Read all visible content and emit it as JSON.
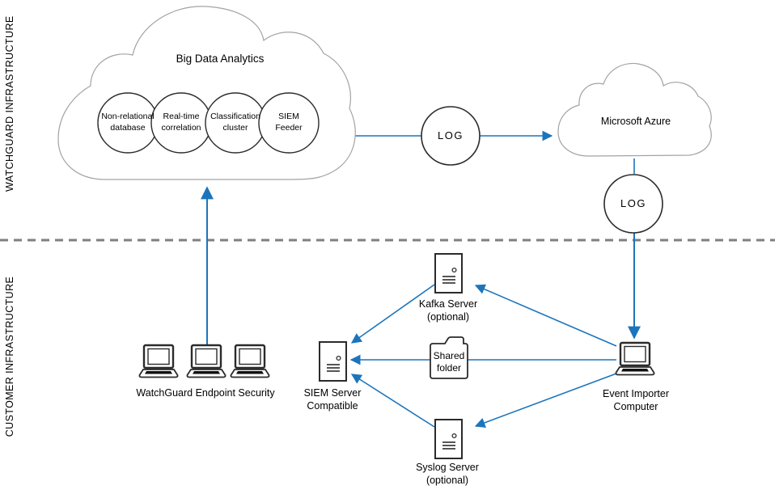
{
  "colors": {
    "arrow_blue": "#1c75bc",
    "outline_dark": "#2b2b2b",
    "cloud_outline": "#a3a3a3",
    "divider_gray": "#7f7f7f"
  },
  "zones": {
    "watchguard": "WATCHGUARD INFRASTRUCTURE",
    "customer": "CUSTOMER INFRASTRUCTURE"
  },
  "big_data_cloud": {
    "title": "Big Data Analytics",
    "nodes": [
      {
        "label": "Non-relational\ndatabase"
      },
      {
        "label": "Real-time\ncorrelation"
      },
      {
        "label": "Classification\ncluster"
      },
      {
        "label": "SIEM\nFeeder"
      }
    ]
  },
  "azure_cloud": {
    "label": "Microsoft Azure"
  },
  "log_top": {
    "label": "LOG"
  },
  "log_right": {
    "label": "LOG"
  },
  "endpoint_laptops": {
    "label": "WatchGuard Endpoint Security"
  },
  "siem_server": {
    "label": "SIEM Server\nCompatible"
  },
  "kafka_server": {
    "label": "Kafka Server\n(optional)"
  },
  "shared_folder": {
    "label": "Shared\nfolder"
  },
  "syslog_server": {
    "label": "Syslog Server\n(optional)"
  },
  "event_importer": {
    "label": "Event Importer\nComputer"
  },
  "connections": [
    {
      "from": "WatchGuard Endpoint Security",
      "to": "Big Data Analytics",
      "arrow": "to"
    },
    {
      "from": "Big Data Analytics",
      "to": "LOG",
      "arrow": "none"
    },
    {
      "from": "LOG",
      "to": "Microsoft Azure",
      "arrow": "to"
    },
    {
      "from": "Microsoft Azure",
      "to": "LOG",
      "arrow": "none"
    },
    {
      "from": "LOG",
      "to": "Event Importer Computer",
      "arrow": "to"
    },
    {
      "from": "Event Importer Computer",
      "to": "Kafka Server (optional)",
      "arrow": "to"
    },
    {
      "from": "Event Importer Computer",
      "to": "SIEM Server Compatible",
      "arrow": "to",
      "via": "Shared folder"
    },
    {
      "from": "Event Importer Computer",
      "to": "Syslog Server (optional)",
      "arrow": "to"
    },
    {
      "from": "Kafka Server (optional)",
      "to": "SIEM Server Compatible",
      "arrow": "to"
    },
    {
      "from": "Syslog Server (optional)",
      "to": "SIEM Server Compatible",
      "arrow": "to"
    }
  ]
}
